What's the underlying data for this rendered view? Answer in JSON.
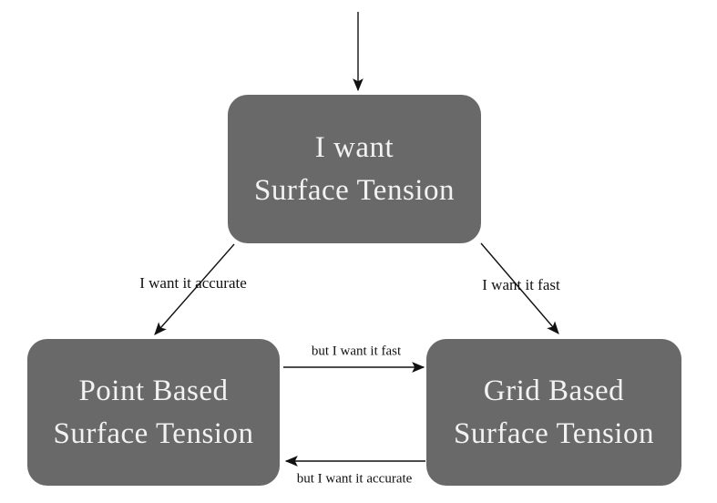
{
  "diagram": {
    "background_color": "#ffffff",
    "node_fill_color": "#696969",
    "node_text_color": "#f2f2f2",
    "arrow_color": "#111111",
    "nodes": [
      {
        "id": "root",
        "line1": "I want",
        "line2": "Surface Tension"
      },
      {
        "id": "point",
        "line1": "Point Based",
        "line2": "Surface Tension"
      },
      {
        "id": "grid",
        "line1": "Grid Based",
        "line2": "Surface Tension"
      }
    ],
    "edge_labels": {
      "root_to_point": "I want it accurate",
      "root_to_grid": "I want it fast",
      "point_to_grid": "but I want it fast",
      "grid_to_point": "but I want it accurate"
    }
  }
}
